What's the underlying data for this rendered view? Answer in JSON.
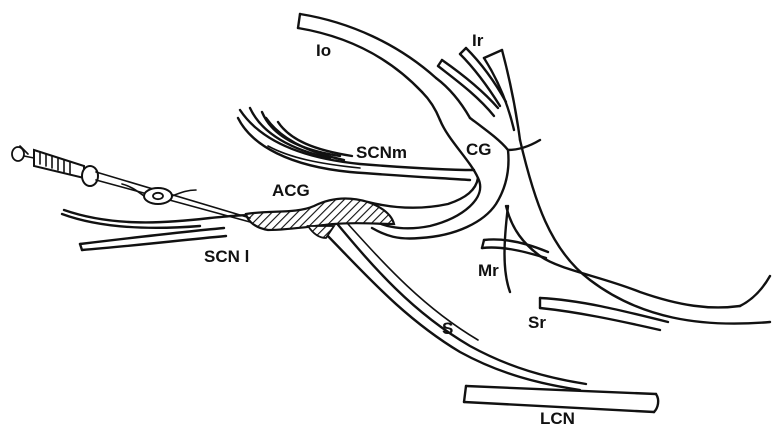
{
  "diagram": {
    "labels": {
      "io": "Io",
      "ir": "Ir",
      "cg": "CG",
      "scnm": "SCNm",
      "acg": "ACG",
      "scnl": "SCN l",
      "mr": "Mr",
      "sr": "Sr",
      "s": "S",
      "lcn": "LCN"
    },
    "colors": {
      "ink": "#111111",
      "background": "#ffffff"
    },
    "icons": [
      "syringe-electrode-icon",
      "neuron-cell-icon"
    ]
  }
}
